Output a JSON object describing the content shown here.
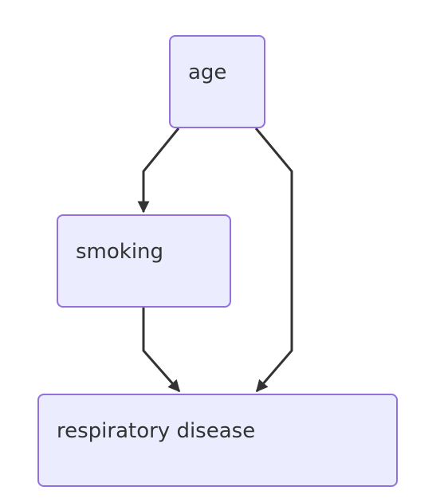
{
  "diagram": {
    "nodes": {
      "age": {
        "label": "age"
      },
      "smoking": {
        "label": "smoking"
      },
      "respiratory": {
        "label": "respiratory disease"
      }
    },
    "edges": [
      {
        "from": "age",
        "to": "smoking"
      },
      {
        "from": "age",
        "to": "respiratory disease"
      },
      {
        "from": "smoking",
        "to": "respiratory disease"
      }
    ],
    "colors": {
      "node_fill": "#ececff",
      "node_border": "#9370db",
      "edge": "#333333",
      "text": "#333333"
    }
  }
}
